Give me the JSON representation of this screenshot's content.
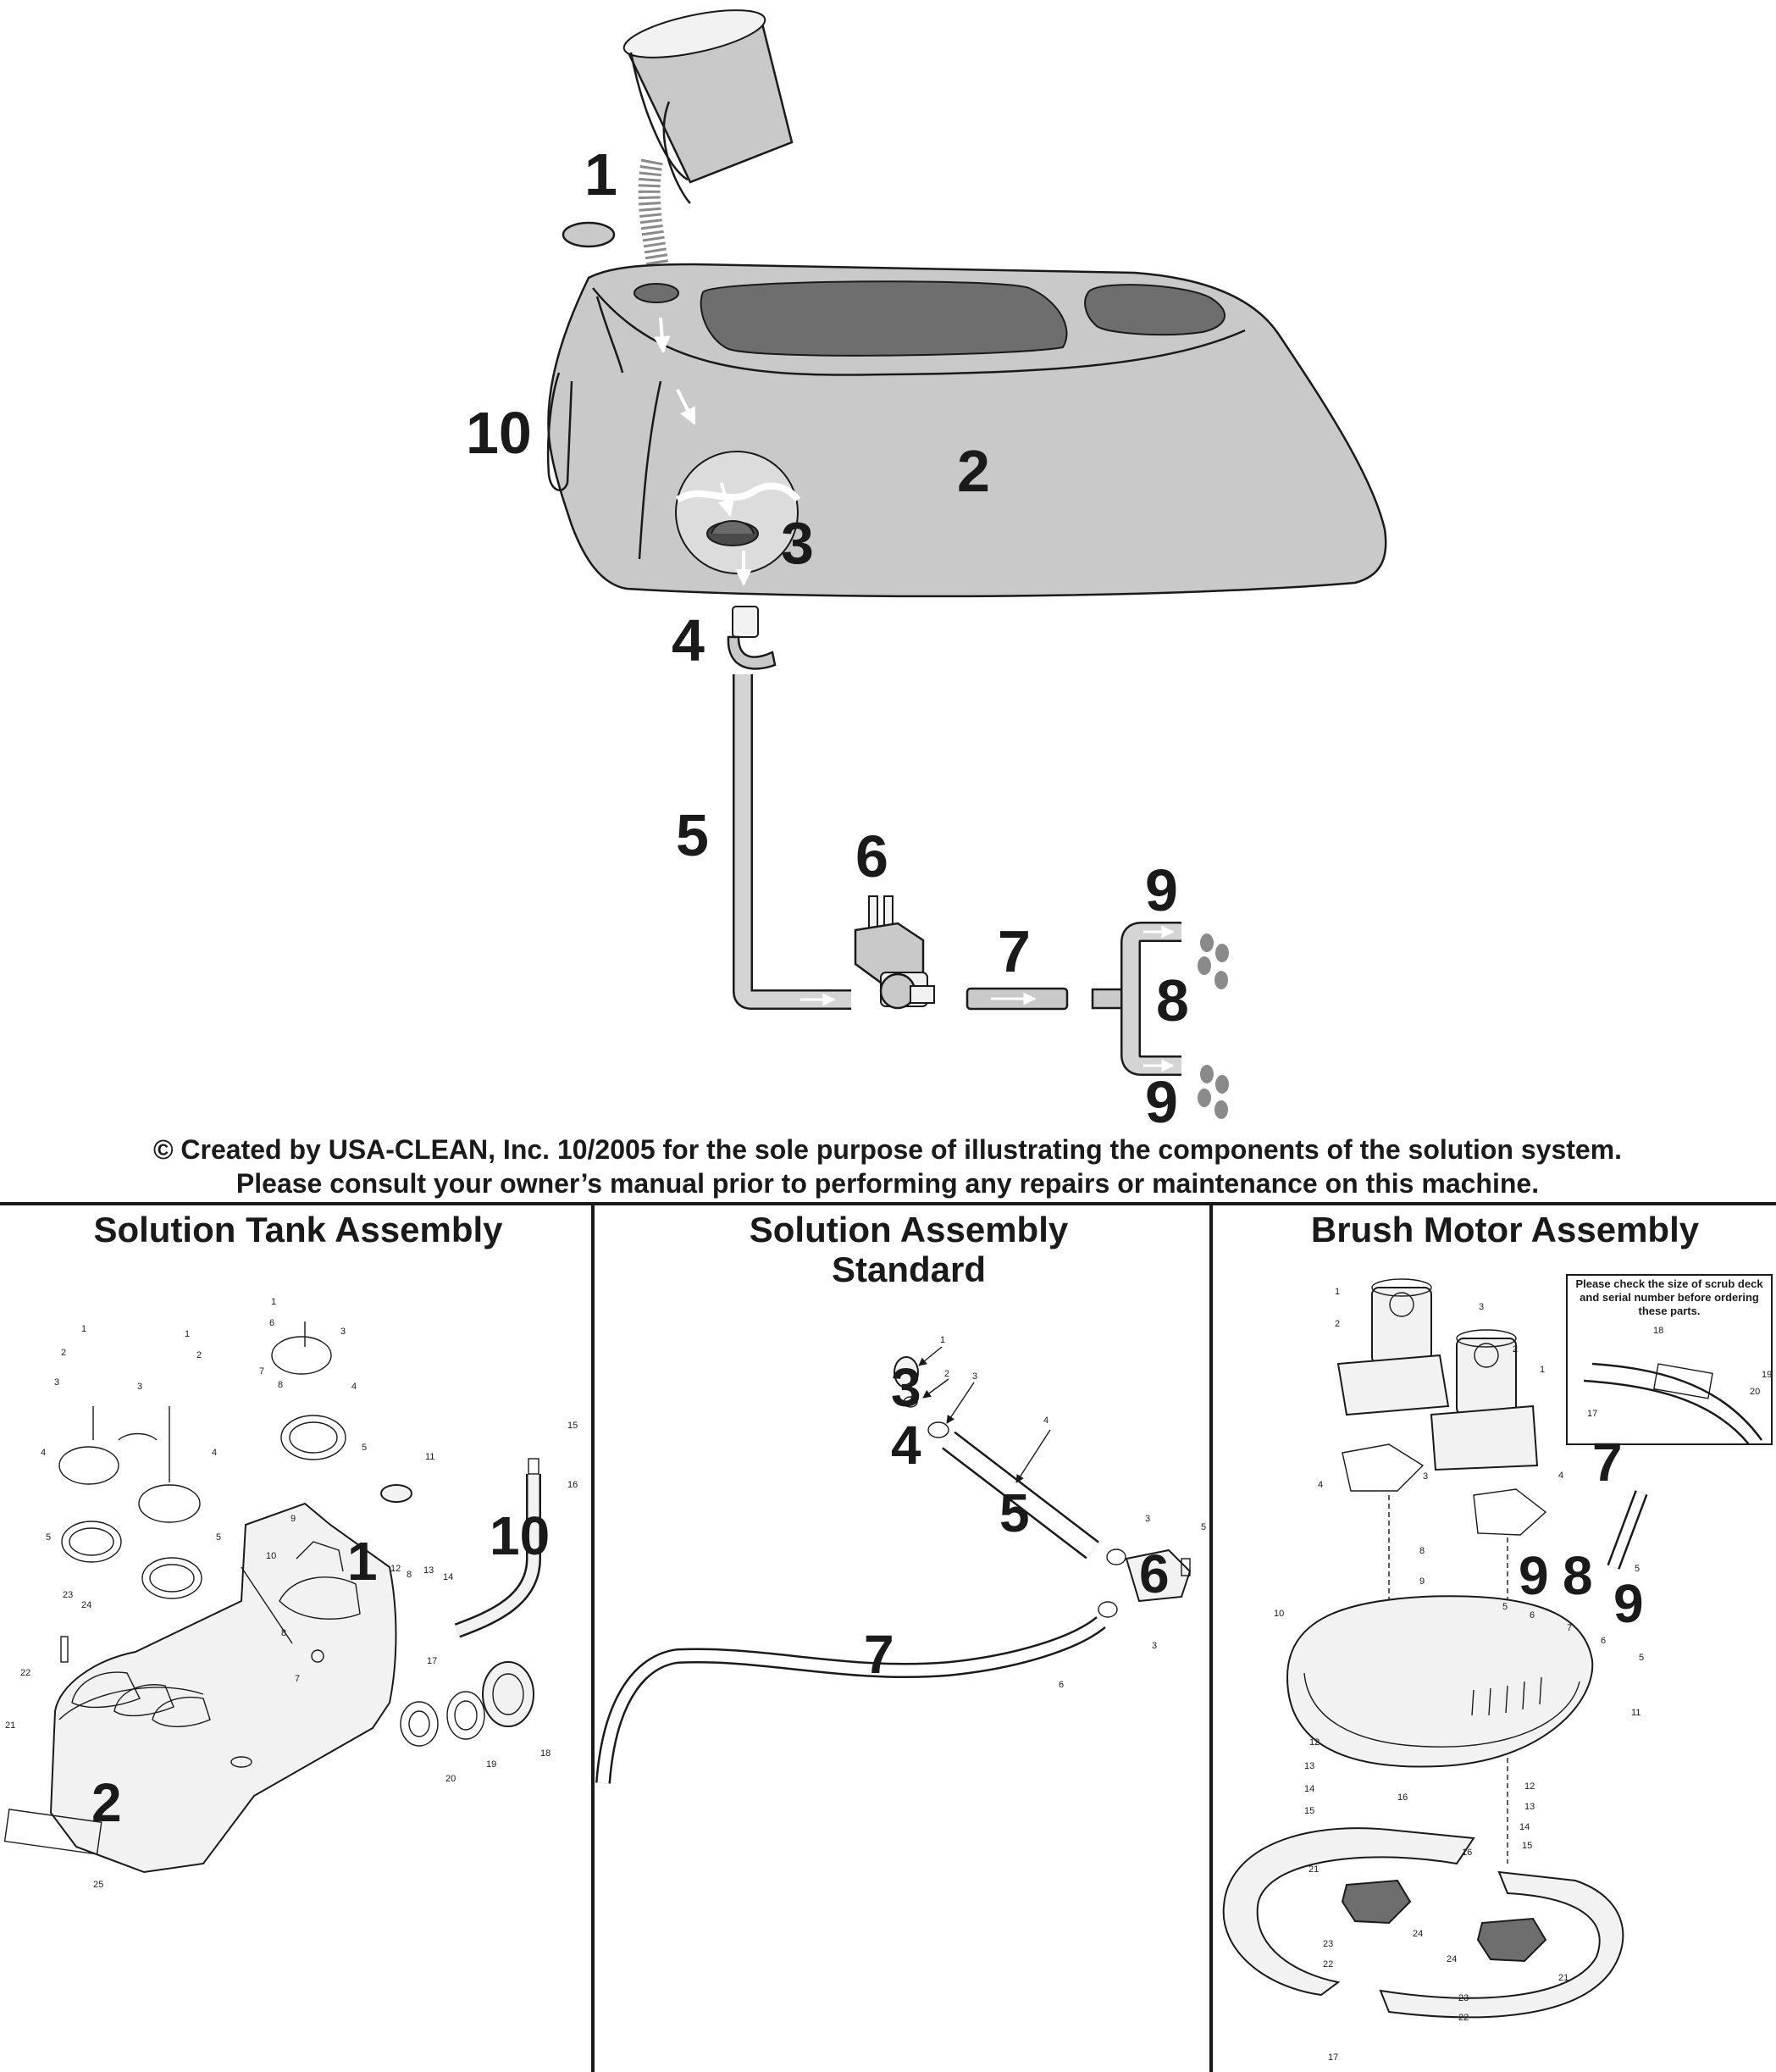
{
  "top_callouts": {
    "c1": "1",
    "c2": "2",
    "c3": "3",
    "c4": "4",
    "c5": "5",
    "c6": "6",
    "c7": "7",
    "c8": "8",
    "c9a": "9",
    "c9b": "9",
    "c10": "10"
  },
  "copyright": {
    "line1": "© Created by USA-CLEAN, Inc. 10/2005 for the sole purpose of illustrating the components of the solution system.",
    "line2": "Please consult your owner’s manual prior to performing any repairs or maintenance on this machine."
  },
  "panels": {
    "solution_tank": {
      "title": "Solution Tank Assembly",
      "big": {
        "n1": "1",
        "n2": "2",
        "n10": "10"
      },
      "small": [
        "1",
        "2",
        "3",
        "4",
        "5",
        "6",
        "7",
        "8",
        "9",
        "10",
        "11",
        "12",
        "13",
        "14",
        "15",
        "16",
        "17",
        "18",
        "19",
        "20",
        "21",
        "22",
        "23",
        "24",
        "25",
        "1",
        "2",
        "3",
        "4",
        "5",
        "3",
        "4",
        "5",
        "7",
        "8"
      ]
    },
    "solution_assembly": {
      "title_line1": "Solution Assembly",
      "title_line2": "Standard",
      "big": {
        "n3": "3",
        "n4": "4",
        "n5": "5",
        "n6": "6",
        "n7": "7"
      },
      "small": [
        "1",
        "2",
        "3",
        "4",
        "3",
        "5",
        "3",
        "6"
      ]
    },
    "brush_motor": {
      "title": "Brush Motor Assembly",
      "note_line1": "Please check the size of scrub deck",
      "note_line2": "and serial number before ordering",
      "note_line3": "these parts.",
      "big": {
        "n7": "7",
        "n8": "8",
        "n9a": "9",
        "n9b": "9"
      },
      "small": [
        "1",
        "2",
        "3",
        "2",
        "1",
        "3",
        "4",
        "4",
        "8",
        "9",
        "5",
        "6",
        "7",
        "5",
        "6",
        "5",
        "10",
        "11",
        "12",
        "13",
        "14",
        "15",
        "16",
        "12",
        "13",
        "14",
        "15",
        "16",
        "21",
        "24",
        "23",
        "22",
        "24",
        "23",
        "22",
        "21",
        "17",
        "18",
        "19",
        "20",
        "17"
      ]
    }
  },
  "colors": {
    "ink": "#1a1a1a",
    "tank_fill": "#c9c9c9",
    "background": "#ffffff"
  }
}
